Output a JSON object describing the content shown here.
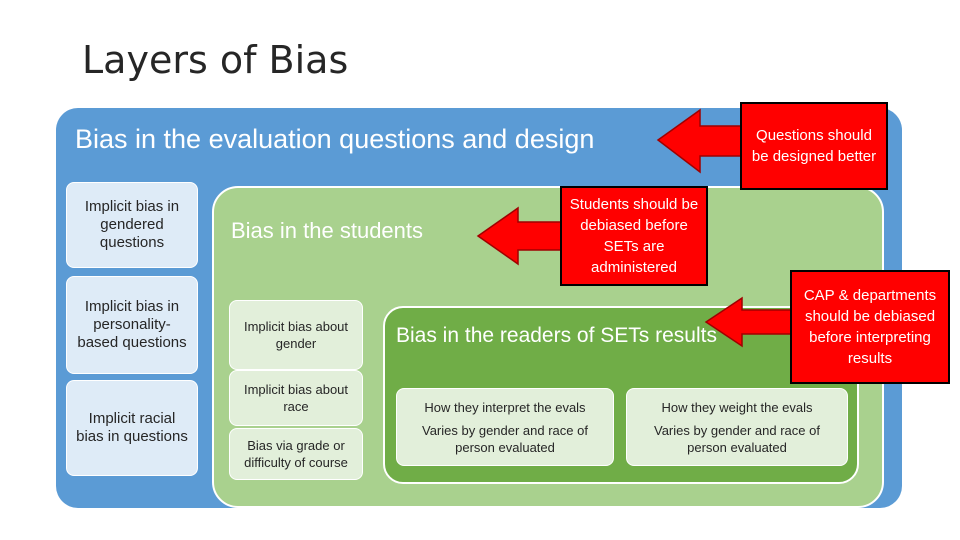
{
  "title": "Layers of Bias",
  "outer": {
    "title": "Bias in the evaluation questions and design",
    "items": [
      "Implicit bias in gendered questions",
      "Implicit bias in personality-based questions",
      "Implicit racial bias in questions"
    ]
  },
  "middle": {
    "title": "Bias in the students",
    "items": [
      "Implicit bias about gender",
      "Implicit bias about race",
      "Bias via grade or difficulty of course"
    ]
  },
  "inner": {
    "title": "Bias in the readers of SETs results",
    "columns": [
      {
        "heading": "How they interpret the evals",
        "text": "Varies by gender and race of person evaluated"
      },
      {
        "heading": "How they weight the evals",
        "text": "Varies by gender and race of person evaluated"
      }
    ]
  },
  "notes": {
    "questions": "Questions should be designed better",
    "students": "Students should be debiased before SETs are administered",
    "readers": "CAP & departments should be debiased before interpreting results"
  },
  "colors": {
    "outer": "#5b9bd5",
    "middle": "#a9d18e",
    "inner": "#70ad47",
    "note": "#ff0000"
  }
}
